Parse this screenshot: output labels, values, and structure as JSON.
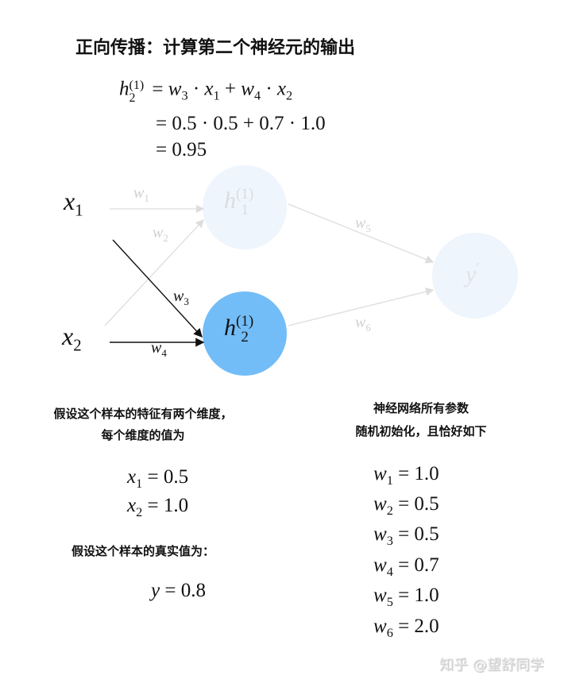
{
  "title": "正向传播：计算第二个神经元的输出",
  "equation": {
    "lhs_var": "h",
    "lhs_sub": "2",
    "lhs_sup": "(1)",
    "line1": [
      "= ",
      "w",
      "3",
      " · ",
      "x",
      "1",
      " + ",
      "w",
      "4",
      " · ",
      "x",
      "2"
    ],
    "line2": "= 0.5 · 0.5 + 0.7 · 1.0",
    "line3": "= 0.95"
  },
  "diagram": {
    "inputs": [
      {
        "var": "x",
        "sub": "1"
      },
      {
        "var": "x",
        "sub": "2"
      }
    ],
    "hidden": [
      {
        "var": "h",
        "sub": "1",
        "sup": "(1)",
        "active": false
      },
      {
        "var": "h",
        "sub": "2",
        "sup": "(1)",
        "active": true
      }
    ],
    "output": {
      "var": "y",
      "sup": "′"
    },
    "weights": [
      {
        "var": "w",
        "sub": "1"
      },
      {
        "var": "w",
        "sub": "2"
      },
      {
        "var": "w",
        "sub": "3"
      },
      {
        "var": "w",
        "sub": "4"
      },
      {
        "var": "w",
        "sub": "5"
      },
      {
        "var": "w",
        "sub": "6"
      }
    ],
    "colors": {
      "active_node": "#72bdf7",
      "faded_node": "#eef5fc",
      "active_edge": "#111111",
      "faded_edge": "#dddddd"
    }
  },
  "left": {
    "text1": "假设这个样本的特征有两个维度，",
    "text2": "每个维度的值为",
    "features": [
      {
        "var": "x",
        "sub": "1",
        "value": "= 0.5"
      },
      {
        "var": "x",
        "sub": "2",
        "value": "= 1.0"
      }
    ],
    "text3": "假设这个样本的真实值为：",
    "target": {
      "var": "y",
      "value": "= 0.8"
    }
  },
  "right": {
    "text1": "神经网络所有参数",
    "text2": "随机初始化，且恰好如下",
    "params": [
      {
        "var": "w",
        "sub": "1",
        "value": "= 1.0"
      },
      {
        "var": "w",
        "sub": "2",
        "value": "= 0.5"
      },
      {
        "var": "w",
        "sub": "3",
        "value": "= 0.5"
      },
      {
        "var": "w",
        "sub": "4",
        "value": "= 0.7"
      },
      {
        "var": "w",
        "sub": "5",
        "value": "= 1.0"
      },
      {
        "var": "w",
        "sub": "6",
        "value": "= 2.0"
      }
    ]
  },
  "watermark": "知乎 @望舒同学"
}
